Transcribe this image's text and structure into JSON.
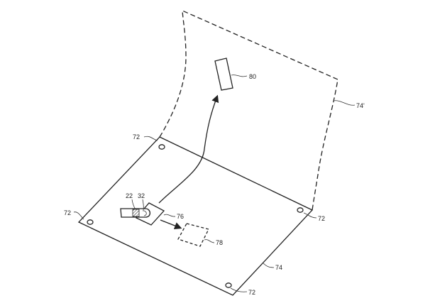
{
  "labels": {
    "finger": "22",
    "sensor": "32",
    "touch_region": "76",
    "target_region": "78",
    "remote_region": "80",
    "sheet": "74",
    "sheet_flexed": "74'",
    "mounts": [
      "72",
      "72",
      "72",
      "72"
    ]
  }
}
